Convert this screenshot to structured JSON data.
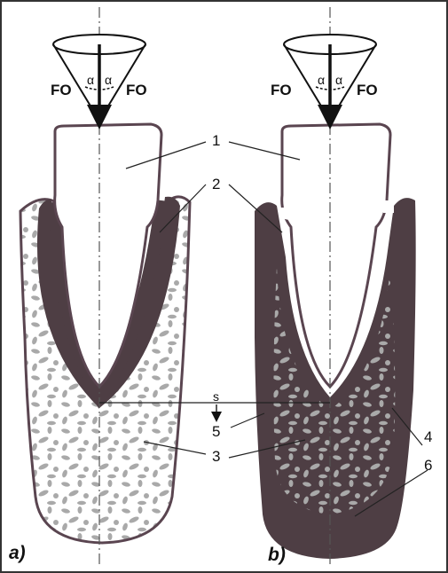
{
  "figure": {
    "force_label": "FO",
    "angle_symbol": "α",
    "numbers": [
      "1",
      "2",
      "3",
      "4",
      "5",
      "6"
    ],
    "s_label": "s",
    "panel_a": "a)",
    "panel_b": "b)"
  },
  "colors": {
    "outline": "#5a4550",
    "dark_layer": "#4e3e44",
    "bone_fill": "#f1f0ee",
    "speckle": "#a9a9a9",
    "axis": "#555555",
    "frame": "#333333"
  }
}
